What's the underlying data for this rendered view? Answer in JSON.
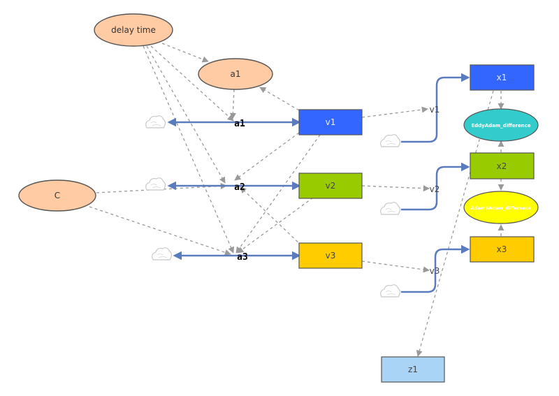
{
  "nodes": {
    "delay_time": "delay time",
    "a1_ellipse": "a1",
    "c_ellipse": "C",
    "v1": "v1",
    "v2": "v2",
    "v3": "v3",
    "x1": "x1",
    "x2": "x2",
    "x3": "x3",
    "z1": "z1",
    "eddy_diff": "EddyAdam_difference",
    "adam_diff": "AdamSAdam_difference"
  },
  "junctions": {
    "a1": "a1",
    "a2": "a2",
    "a3": "a3"
  },
  "flow_labels": {
    "v1": "v1",
    "v2": "v2",
    "v3": "v3"
  },
  "colors": {
    "ellipse_fill": "#ffcba4",
    "v1_fill": "#3366ff",
    "v2_fill": "#99cc00",
    "v3_fill": "#ffcc00",
    "x1_fill": "#3366ff",
    "x2_fill": "#99cc00",
    "x3_fill": "#ffcc00",
    "z1_fill": "#aad4f5",
    "eddy_fill": "#33cccc",
    "adam_fill": "#ffff00",
    "flow_pipe": "#5b7bbf",
    "dashed_link": "#999999"
  }
}
